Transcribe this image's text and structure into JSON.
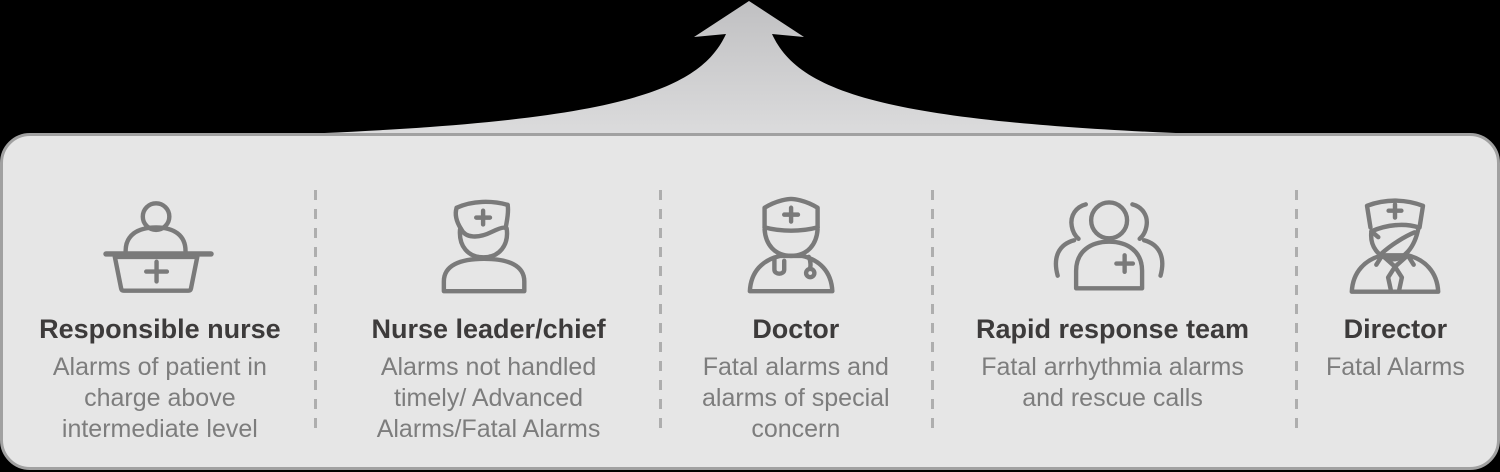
{
  "roles": [
    {
      "title": "Responsible nurse",
      "description": "Alarms of patient in\ncharge above\nintermediate level",
      "icon": "reception-nurse-icon"
    },
    {
      "title": "Nurse leader/chief",
      "description": "Alarms not handled\ntimely/ Advanced\nAlarms/Fatal Alarms",
      "icon": "nurse-leader-icon"
    },
    {
      "title": "Doctor",
      "description": "Fatal alarms and\nalarms of special\nconcern",
      "icon": "doctor-icon"
    },
    {
      "title": "Rapid response team",
      "description": "Fatal arrhythmia alarms\nand rescue calls",
      "icon": "rapid-response-team-icon"
    },
    {
      "title": "Director",
      "description": "Fatal Alarms",
      "icon": "director-icon"
    }
  ],
  "arrow": {
    "direction": "up"
  },
  "colors": {
    "page_background": "#000000",
    "panel_background": "#e6e6e6",
    "panel_border": "#a1a1a1",
    "arrow_gradient_top": "#c0c0c2",
    "arrow_gradient_bottom": "#dcdcdd",
    "icon_stroke": "#7a7a7a",
    "title_text": "#3d3b3b",
    "description_text": "#7d7d7d",
    "divider": "#aeaeae"
  }
}
